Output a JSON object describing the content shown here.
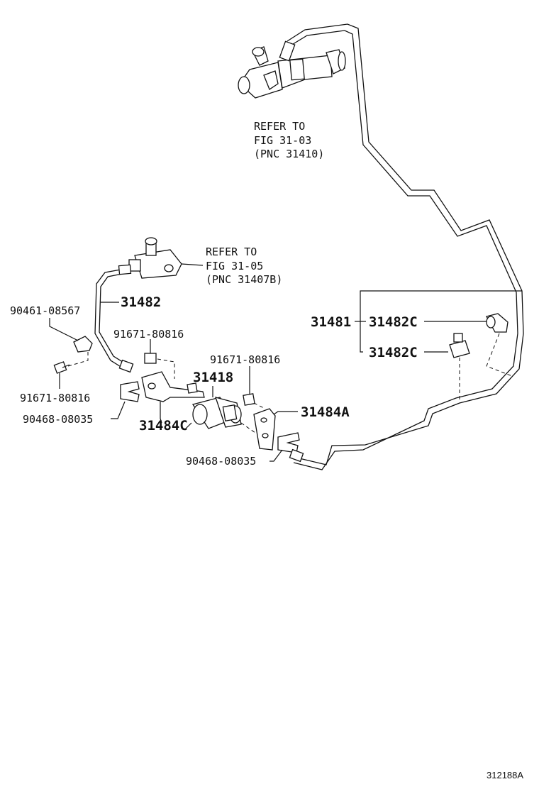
{
  "refs": {
    "master_cylinder": [
      "REFER TO",
      "FIG 31-03",
      "(PNC 31410)"
    ],
    "tee": [
      "REFER TO",
      "FIG 31-05",
      "(PNC 31407B)"
    ]
  },
  "labels": {
    "p31482": "31482",
    "p31481": "31481",
    "p31482c_a": "31482C",
    "p31482c_b": "31482C",
    "p31418": "31418",
    "p31484a": "31484A",
    "p31484c": "31484C",
    "p90461": "90461-08567",
    "p91671_a": "91671-80816",
    "p91671_b": "91671-80816",
    "p91671_c": "91671-80816",
    "p90468_a": "90468-08035",
    "p90468_b": "90468-08035"
  },
  "figure_id": "312188A"
}
